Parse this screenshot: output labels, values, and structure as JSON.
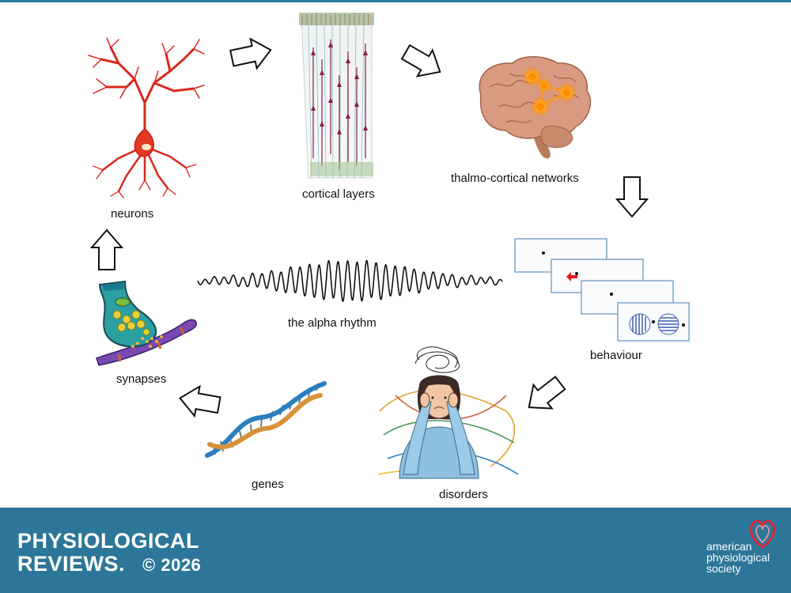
{
  "labels": {
    "neurons": "neurons",
    "cortical_layers": "cortical layers",
    "thalamo_cortical": "thalmo-cortical networks",
    "behaviour": "behaviour",
    "disorders": "disorders",
    "genes": "genes",
    "synapses": "synapses",
    "alpha": "the alpha rhythm"
  },
  "footer": {
    "journal_line1": "PHYSIOLOGICAL",
    "journal_line2": "REVIEWS.",
    "copyright": "© 2026",
    "society_line1": "american",
    "society_line2": "physiological",
    "society_line3": "society"
  },
  "colors": {
    "footer_bg": "#2c7699",
    "neuron_red": "#d8281e",
    "pyramidal": "#8a1b4a",
    "brain": "#d89a80",
    "glow": "#ff9a1f",
    "screen_border": "#7fa6cc",
    "stripes": "#3a5bb0",
    "cue_arrow": "#e01a1a"
  },
  "icons": [
    "arrow-outline-icon",
    "neuron-icon",
    "cortical-column-icon",
    "brain-network-icon",
    "screen-task-icon",
    "stressed-person-icon",
    "dna-helix-icon",
    "synapse-icon",
    "society-logo-icon"
  ]
}
